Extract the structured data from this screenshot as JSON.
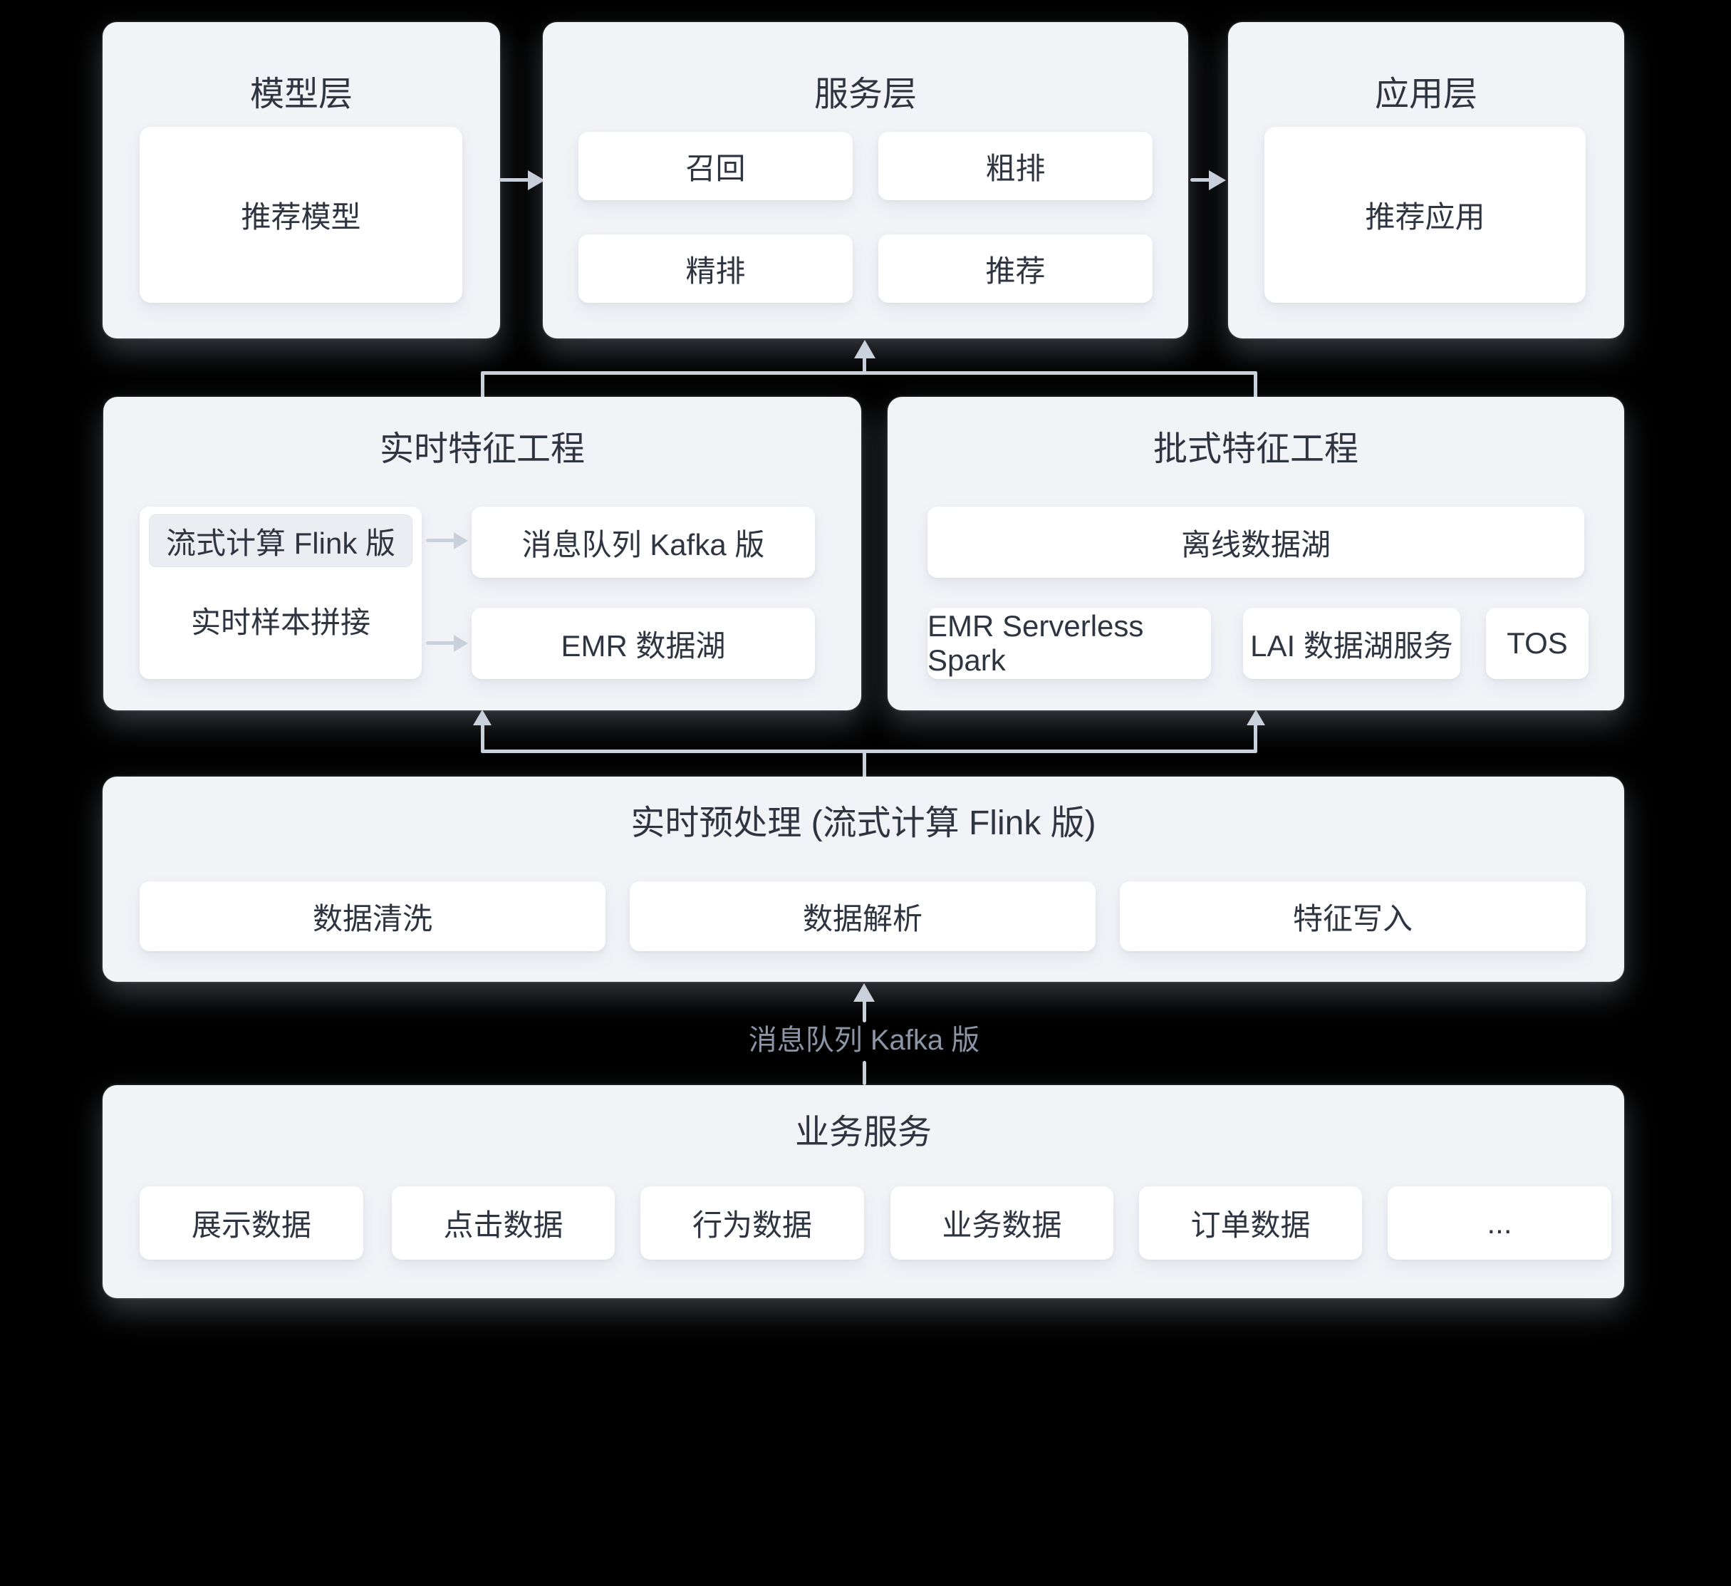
{
  "colors": {
    "background": "#000000",
    "section_fill": "#f2f3f7",
    "card_fill": "#ffffff",
    "inset_fill": "#ebedf2",
    "text": "#2e3440",
    "connector": "#c9d1dc",
    "muted_label": "#8c95a6"
  },
  "model_layer": {
    "title": "模型层",
    "model_card": "推荐模型"
  },
  "service_layer": {
    "title": "服务层",
    "cards": [
      "召回",
      "粗排",
      "精排",
      "推荐"
    ]
  },
  "application_layer": {
    "title": "应用层",
    "app_card": "推荐应用"
  },
  "realtime_feature": {
    "title": "实时特征工程",
    "flink_card": "流式计算 Flink 版",
    "sample_join_label": "实时样本拼接",
    "kafka_card": "消息队列 Kafka 版",
    "emr_lake_card": "EMR 数据湖"
  },
  "batch_feature": {
    "title": "批式特征工程",
    "offline_lake_card": "离线数据湖",
    "spark_card": "EMR Serverless Spark",
    "lai_card": "LAI 数据湖服务",
    "tos_card": "TOS"
  },
  "preprocess": {
    "title": "实时预处理 (流式计算 Flink 版)",
    "cards": [
      "数据清洗",
      "数据解析",
      "特征写入"
    ]
  },
  "business": {
    "title": "业务服务",
    "cards": [
      "展示数据",
      "点击数据",
      "行为数据",
      "业务数据",
      "订单数据",
      "..."
    ]
  },
  "connector_labels": {
    "kafka": "消息队列 Kafka 版"
  }
}
